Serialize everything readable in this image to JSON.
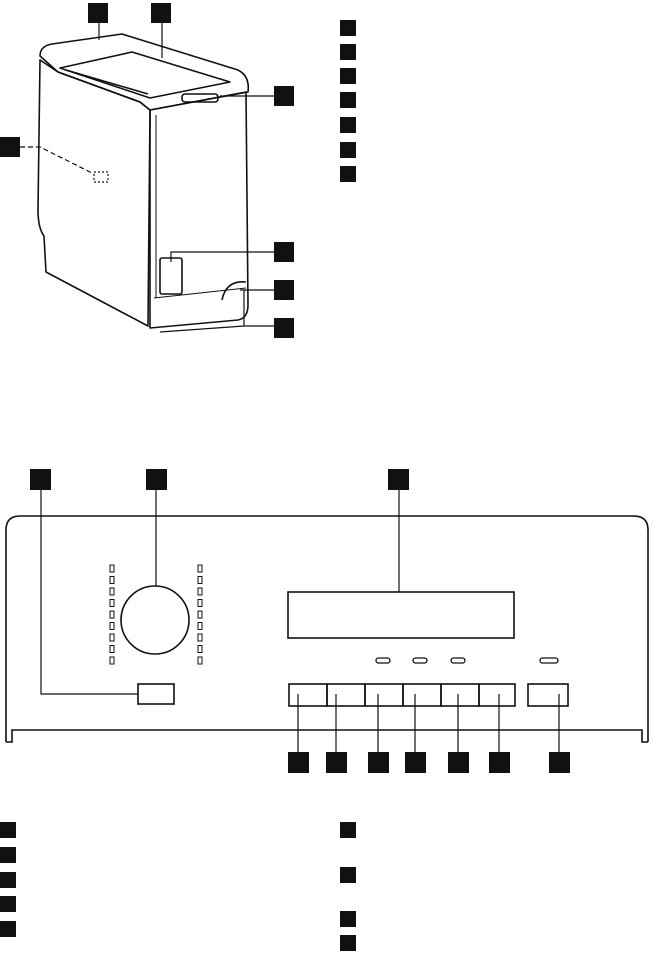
{
  "colors": {
    "ink": "#111111",
    "marker": "#111111",
    "background": "#ffffff"
  },
  "machine_view": {
    "callouts": [
      {
        "id": "machine-lid"
      },
      {
        "id": "lid-top"
      },
      {
        "id": "lid-handle"
      },
      {
        "id": "rating-plate"
      },
      {
        "id": "service-flap"
      },
      {
        "id": "adjustable-feet"
      },
      {
        "id": "feet-pair"
      }
    ],
    "legend_markers": 7
  },
  "panel_view": {
    "top_callouts": [
      {
        "id": "programme-selector"
      },
      {
        "id": "programme-dial"
      },
      {
        "id": "display"
      }
    ],
    "buttons": [
      {
        "id": "button-1"
      },
      {
        "id": "button-2"
      },
      {
        "id": "button-3"
      },
      {
        "id": "button-4"
      },
      {
        "id": "button-5"
      },
      {
        "id": "button-6"
      },
      {
        "id": "start-pause-button"
      }
    ],
    "legend_left_markers": 5,
    "legend_right_markers": 4
  }
}
